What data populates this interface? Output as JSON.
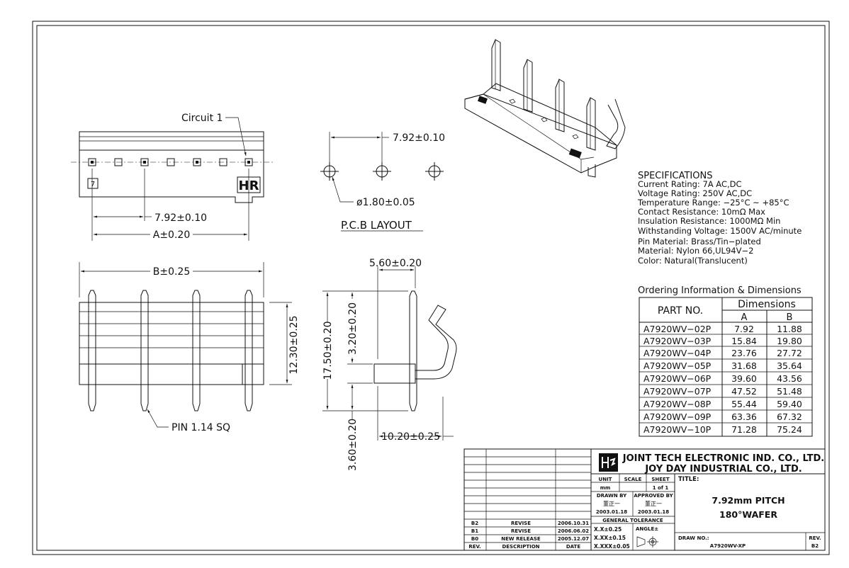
{
  "views": {
    "front": {
      "circuit_label": "Circuit 1",
      "pitch_dim": "7.92±0.10",
      "a_dim": "A±0.20",
      "logo": "HR",
      "pin_marker": "7"
    },
    "pcb": {
      "pitch_dim": "7.92±0.10",
      "hole_dim": "ø1.80±0.05",
      "caption": "P.C.B LAYOUT"
    },
    "top": {
      "b_dim": "B±0.25",
      "height_dim": "12.30±0.25",
      "pin_note": "PIN 1.14 SQ"
    },
    "side": {
      "width_dim": "5.60±0.20",
      "total_dim": "17.50±0.20",
      "upper_dim": "3.20±0.20",
      "lower_dim": "3.60±0.20",
      "depth_dim": "10.20±0.25"
    }
  },
  "specifications": {
    "title": "SPECIFICATIONS",
    "lines": [
      "Current Rating: 7A AC,DC",
      "Voltage Rating: 250V AC,DC",
      "Temperature Range: −25°C ~ +85°C",
      "Contact Resistance: 10mΩ Max",
      "Insulation Resistance: 1000MΩ Min",
      "Withstanding Voltage: 1500V AC/minute",
      "Pin Material: Brass/Tin−plated",
      "Material: Nylon 66,UL94V−2",
      "Color: Natural(Translucent)"
    ]
  },
  "ordering": {
    "title": "Ordering Information & Dimensions",
    "col_part": "PART NO.",
    "col_dims": "Dimensions",
    "col_a": "A",
    "col_b": "B",
    "rows": [
      {
        "part": "A7920WV−02P",
        "a": "7.92",
        "b": "11.88"
      },
      {
        "part": "A7920WV−03P",
        "a": "15.84",
        "b": "19.80"
      },
      {
        "part": "A7920WV−04P",
        "a": "23.76",
        "b": "27.72"
      },
      {
        "part": "A7920WV−05P",
        "a": "31.68",
        "b": "35.64"
      },
      {
        "part": "A7920WV−06P",
        "a": "39.60",
        "b": "43.56"
      },
      {
        "part": "A7920WV−07P",
        "a": "47.52",
        "b": "51.48"
      },
      {
        "part": "A7920WV−08P",
        "a": "55.44",
        "b": "59.40"
      },
      {
        "part": "A7920WV−09P",
        "a": "63.36",
        "b": "67.32"
      },
      {
        "part": "A7920WV−10P",
        "a": "71.28",
        "b": "75.24"
      }
    ]
  },
  "title_block": {
    "company1": "JOINT TECH ELECTRONIC IND. CO., LTD.",
    "company2": "JOY DAY INDUSTRIAL CO., LTD.",
    "unit_label": "UNIT",
    "unit_value": "mm",
    "scale_label": "SCALE",
    "sheet_label": "SHEET",
    "sheet_value": "1 of 1",
    "drawn_label": "DRAWN BY",
    "drawn_name": "董正一",
    "drawn_date": "2003.01.18",
    "approved_label": "APPROVED BY",
    "approved_name": "董正一",
    "approved_date": "2003.01.18",
    "tolerance_label": "GENERAL TOLERANCE",
    "tol1": "X.X±0.25",
    "tol2": "X.XX±0.15",
    "tol3": "X.XXX±0.05",
    "angle_label": "ANGLE±",
    "title_label": "TITLE:",
    "title_line1": "7.92mm PITCH",
    "title_line2": "180°WAFER",
    "drawno_label": "DRAW NO.:",
    "drawno_value": "A7920WV-XP",
    "rev_label": "REV.",
    "rev_value": "B2",
    "rev_header": {
      "rev": "REV.",
      "desc": "DESCRIPTION",
      "date": "DATE"
    },
    "revisions": [
      {
        "rev": "B2",
        "desc": "REVISE",
        "date": "2006.10.31"
      },
      {
        "rev": "B1",
        "desc": "REVISE",
        "date": "2006.06.02"
      },
      {
        "rev": "B0",
        "desc": "NEW RELEASE",
        "date": "2005.12.07"
      }
    ]
  }
}
